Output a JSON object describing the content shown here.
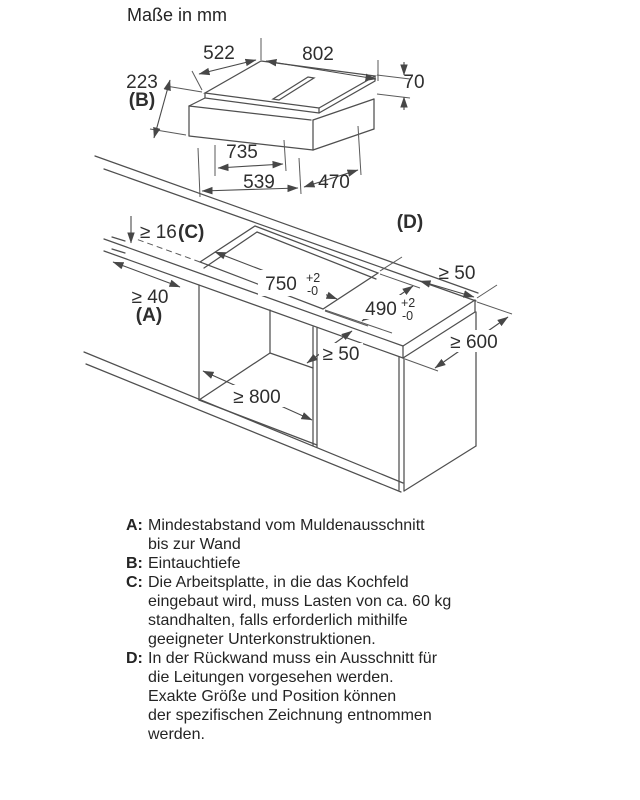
{
  "title": "Maße in mm",
  "colors": {
    "line": "#4f4f4f",
    "text": "#2e2e2e",
    "background": "#ffffff"
  },
  "top_diagram": {
    "description": "hob-with-downdraft-isometric",
    "dims": {
      "width_top": "802",
      "depth_top": "522",
      "immersion_depth": "223",
      "immersion_ref": "(B)",
      "trim_height": "70",
      "duct_width": "735",
      "bottom_left_span": "539",
      "bottom_right_span": "470"
    }
  },
  "middle_diagram": {
    "description": "worktop-cutout-and-cabinet-isometric",
    "dims": {
      "worktop_thickness": "≥ 16",
      "worktop_thickness_ref": "(C)",
      "rear_wall_cutout_ref": "(D)",
      "wall_distance": "≥ 40",
      "wall_distance_ref": "(A)",
      "cutout_width": "750",
      "cutout_width_tol_plus": "+2",
      "cutout_width_tol_minus": "-0",
      "cutout_depth": "490",
      "cutout_depth_tol_plus": "+2",
      "cutout_depth_tol_minus": "-0",
      "side_clearance": "≥ 50",
      "front_clearance": "≥ 50",
      "worktop_depth": "≥ 600",
      "cabinet_inner_width": "≥ 800"
    }
  },
  "legend": {
    "items": [
      {
        "key": "A:",
        "lines": [
          "Mindestabstand vom Muldenausschnitt",
          "bis zur Wand"
        ]
      },
      {
        "key": "B:",
        "lines": [
          "Eintauchtiefe"
        ]
      },
      {
        "key": "C:",
        "lines": [
          "Die Arbeitsplatte, in die das Kochfeld",
          "eingebaut wird, muss Lasten von ca. 60 kg",
          "standhalten, falls erforderlich mithilfe",
          "geeigneter Unterkonstruktionen."
        ]
      },
      {
        "key": "D:",
        "lines": [
          "In der Rückwand muss ein Ausschnitt für",
          "die Leitungen vorgesehen werden.",
          "Exakte Größe und Position können",
          "der spezifischen Zeichnung entnommen",
          "werden."
        ]
      }
    ]
  }
}
